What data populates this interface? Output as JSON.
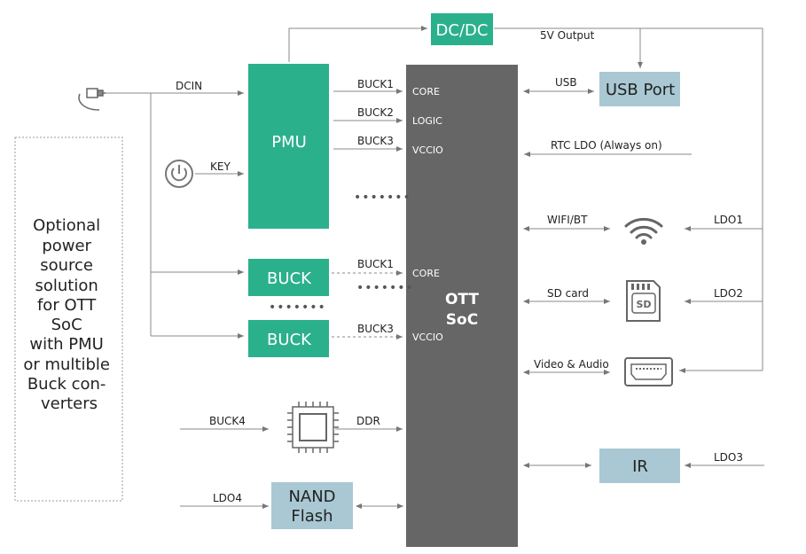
{
  "soc": {
    "line1": "OTT",
    "line2": "SoC",
    "rails": [
      "CORE",
      "LOGIC",
      "VCCIO",
      "CORE",
      "VCCIO"
    ],
    "color": "#666666"
  },
  "boxes": {
    "dcdc": "DC/DC",
    "pmu": "PMU",
    "buck_top": "BUCK",
    "buck_bottom": "BUCK",
    "usb_port": "USB Port",
    "ir": "IR",
    "nand_line1": "NAND",
    "nand_line2": "Flash"
  },
  "colors": {
    "green": "#2bb08c",
    "blue": "#a9c8d3",
    "soc": "#666666"
  },
  "labels": {
    "dcin": "DCIN",
    "key": "KEY",
    "buck1": "BUCK1",
    "buck2": "BUCK2",
    "buck3": "BUCK3",
    "buck1b": "BUCK1",
    "buck3b": "BUCK3",
    "buck4": "BUCK4",
    "ddr": "DDR",
    "ldo4": "LDO4",
    "five_v": "5V Output",
    "usb": "USB",
    "rtc": "RTC LDO (Always on)",
    "wifi": "WIFI/BT",
    "sdcard": "SD card",
    "video": "Video & Audio",
    "ldo1": "LDO1",
    "ldo2": "LDO2",
    "ldo3": "LDO3"
  },
  "dots": {
    "a": "•••••••",
    "b": "•••••••",
    "c": "•••••••"
  },
  "optional_note": [
    "Optional",
    "power",
    "source",
    "solution",
    "for OTT",
    "SoC",
    "with PMU",
    "or multible",
    "Buck con-",
    "verters"
  ],
  "icons": [
    "dc-jack-icon",
    "power-button-icon",
    "wifi-icon",
    "sd-card-icon",
    "hdmi-port-icon",
    "ddr-chip-icon"
  ],
  "icon_labels": {
    "sd": "SD"
  }
}
